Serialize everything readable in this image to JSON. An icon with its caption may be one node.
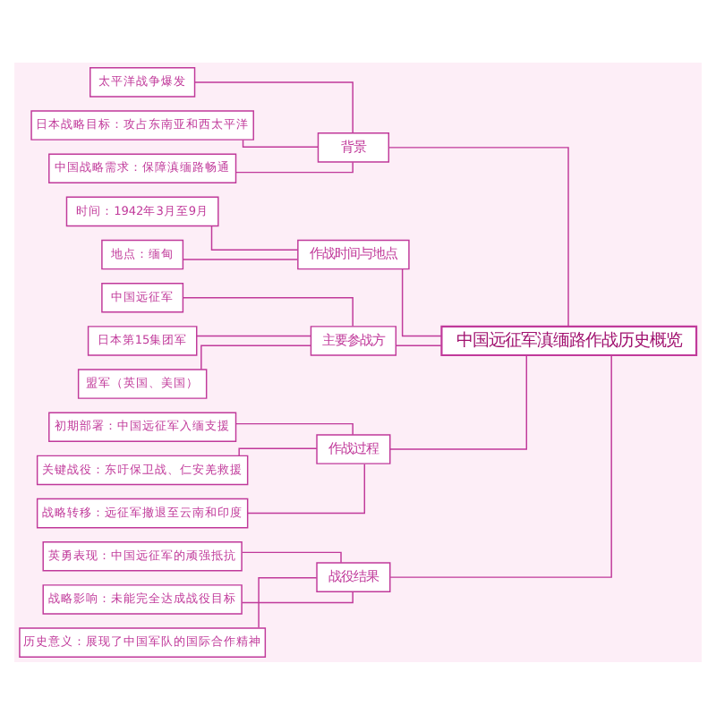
{
  "diagram": {
    "nodes": [
      {
        "text": [
          "中国远征军滇缅路作战历史概览"
        ]
      },
      {
        "text": [
          "背景"
        ]
      },
      {
        "text": [
          "太平洋战争爆发"
        ]
      },
      {
        "text": [
          "日本战略目标：攻占东南亚和西太平洋"
        ]
      },
      {
        "text": [
          "中国战略需求：保障滇缅路畅通"
        ]
      },
      {
        "text": [
          "作战时间与地点"
        ]
      },
      {
        "text": [
          "时间：1942年3月至9月"
        ]
      },
      {
        "text": [
          "地点：缅甸"
        ]
      },
      {
        "text": [
          "主要参战方"
        ]
      },
      {
        "text": [
          "中国远征军"
        ]
      },
      {
        "text": [
          "日本第15集团军"
        ]
      },
      {
        "text": [
          "盟军（英国、美国）"
        ]
      },
      {
        "text": [
          "作战过程"
        ]
      },
      {
        "text": [
          "初期部署：中国远征军入缅支援"
        ]
      },
      {
        "text": [
          "关键战役：东吁保卫战、仁安羌救援"
        ]
      },
      {
        "text": [
          "战略转移：远征军撤退至云南和印度"
        ]
      },
      {
        "text": [
          "战役结果"
        ]
      },
      {
        "text": [
          "英勇表现：中国远征军的顽强抵抗"
        ]
      },
      {
        "text": [
          "战略影响：未能完全达成战役目标"
        ]
      },
      {
        "text": [
          "历史意义：展现了中国军队的国际合作精神"
        ]
      }
    ],
    "edges": [
      {
        "from": 0,
        "to": 1,
        "arrow": "none"
      },
      {
        "from": 1,
        "to": 2,
        "arrow": "none"
      },
      {
        "from": 1,
        "to": 3,
        "arrow": "none"
      },
      {
        "from": 1,
        "to": 4,
        "arrow": "none"
      },
      {
        "from": 0,
        "to": 5,
        "arrow": "none"
      },
      {
        "from": 5,
        "to": 6,
        "arrow": "none"
      },
      {
        "from": 5,
        "to": 7,
        "arrow": "none"
      },
      {
        "from": 0,
        "to": 8,
        "arrow": "none"
      },
      {
        "from": 8,
        "to": 9,
        "arrow": "none"
      },
      {
        "from": 8,
        "to": 10,
        "arrow": "none"
      },
      {
        "from": 8,
        "to": 11,
        "arrow": "none"
      },
      {
        "from": 0,
        "to": 12,
        "arrow": "none"
      },
      {
        "from": 12,
        "to": 13,
        "arrow": "none"
      },
      {
        "from": 12,
        "to": 14,
        "arrow": "none"
      },
      {
        "from": 12,
        "to": 15,
        "arrow": "none"
      },
      {
        "from": 0,
        "to": 16,
        "arrow": "none"
      },
      {
        "from": 16,
        "to": 17,
        "arrow": "none"
      },
      {
        "from": 16,
        "to": 18,
        "arrow": "none"
      },
      {
        "from": 16,
        "to": 19,
        "arrow": "none"
      }
    ]
  }
}
